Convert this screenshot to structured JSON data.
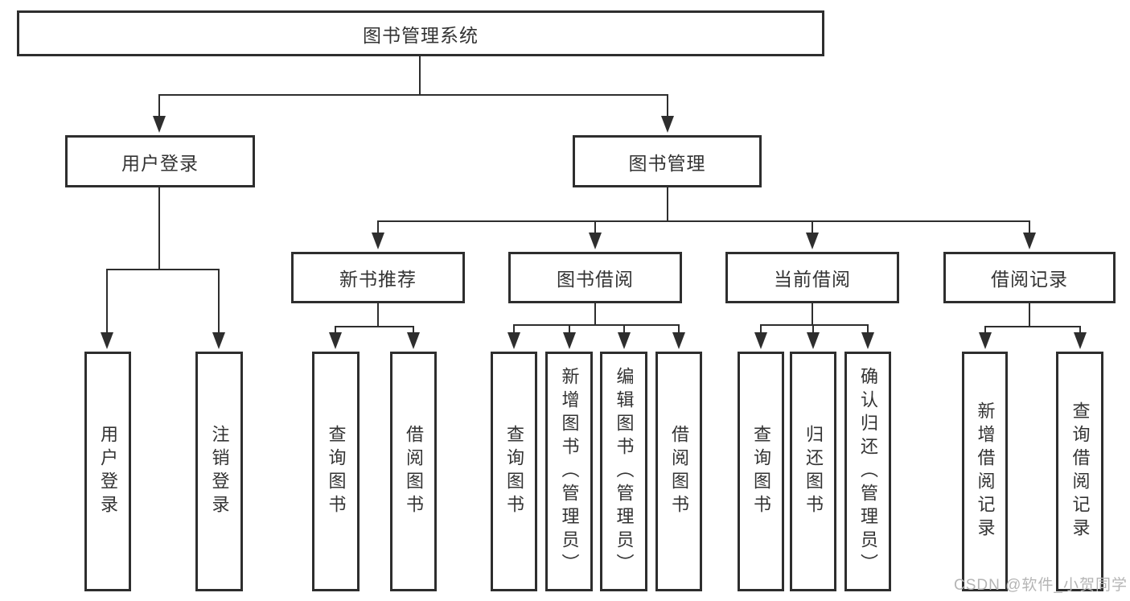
{
  "nodes": {
    "root": "图书管理系统",
    "user_login": "用户登录",
    "book_mgmt": "图书管理",
    "new_books": "新书推荐",
    "book_borrow": "图书借阅",
    "current_borrow": "当前借阅",
    "borrow_records": "借阅记录"
  },
  "leaves": {
    "user_login": [
      "用户登录",
      "注销登录"
    ],
    "new_books": [
      "查询图书",
      "借阅图书"
    ],
    "book_borrow": [
      "查询图书",
      "新增图书（管理员）",
      "编辑图书（管理员）",
      "借阅图书"
    ],
    "current_borrow": [
      "查询图书",
      "归还图书",
      "确认归还（管理员）"
    ],
    "borrow_records": [
      "新增借阅记录",
      "查询借阅记录"
    ]
  },
  "watermark": "CSDN @软件_小贺同学",
  "colors": {
    "line": "#2e2e2e",
    "text": "#333333",
    "watermark": "#b5b5b5",
    "background": "#ffffff"
  }
}
